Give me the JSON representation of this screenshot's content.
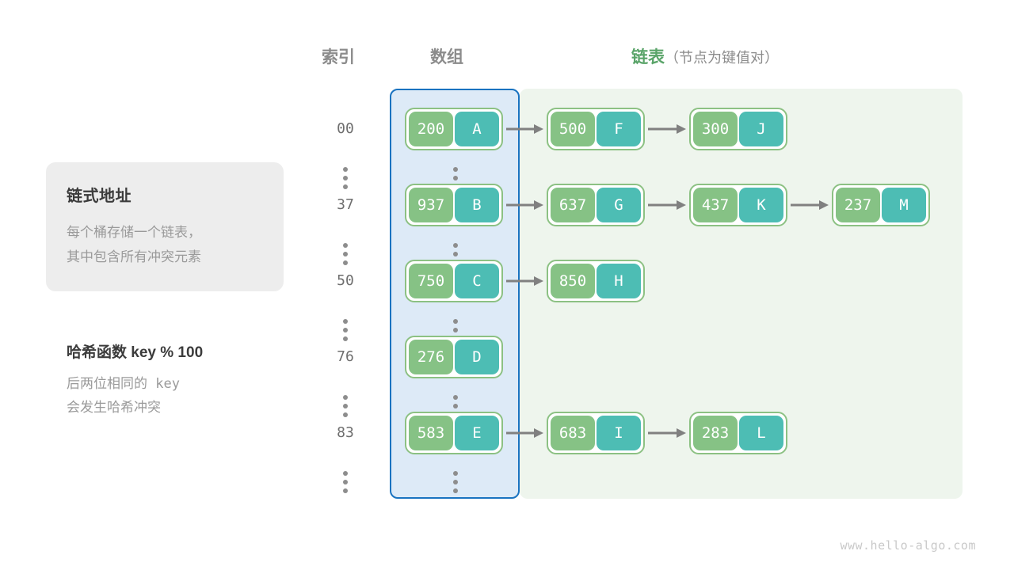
{
  "headers": {
    "index": "索引",
    "array": "数组",
    "list_main": "链表",
    "list_sub": "（节点为键值对）"
  },
  "info_card": {
    "title": "链式地址",
    "line1": "每个桶存储一个链表，",
    "line2": "其中包含所有冲突元素"
  },
  "note": {
    "title": "哈希函数  key % 100",
    "line1": "后两位相同的  key",
    "line2": "会发生哈希冲突"
  },
  "colors": {
    "array_panel_bg": "#ddeaf7",
    "array_panel_border": "#1a73c0",
    "list_panel_bg": "#eef5ed",
    "node_border": "#8cc183",
    "key_cell": "#86c285",
    "value_cell": "#4dbdb4",
    "arrow": "#808080",
    "accent_text": "#5aa469",
    "muted_text": "#8c8c8c"
  },
  "rows": [
    {
      "index": "00",
      "bucket": {
        "key": "200",
        "value": "A"
      },
      "chain": [
        {
          "key": "500",
          "value": "F"
        },
        {
          "key": "300",
          "value": "J"
        }
      ]
    },
    {
      "index": "37",
      "bucket": {
        "key": "937",
        "value": "B"
      },
      "chain": [
        {
          "key": "637",
          "value": "G"
        },
        {
          "key": "437",
          "value": "K"
        },
        {
          "key": "237",
          "value": "M"
        }
      ]
    },
    {
      "index": "50",
      "bucket": {
        "key": "750",
        "value": "C"
      },
      "chain": [
        {
          "key": "850",
          "value": "H"
        }
      ]
    },
    {
      "index": "76",
      "bucket": {
        "key": "276",
        "value": "D"
      },
      "chain": []
    },
    {
      "index": "83",
      "bucket": {
        "key": "583",
        "value": "E"
      },
      "chain": [
        {
          "key": "683",
          "value": "I"
        },
        {
          "key": "283",
          "value": "L"
        }
      ]
    }
  ],
  "watermark": "www.hello-algo.com"
}
